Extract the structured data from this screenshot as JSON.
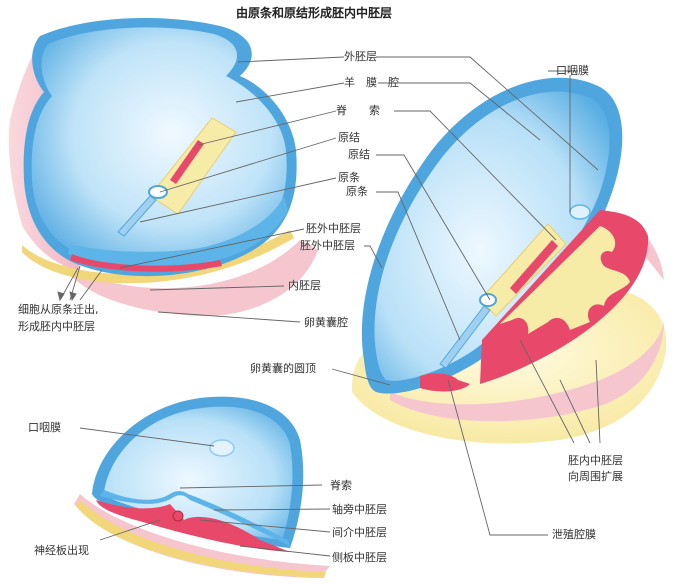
{
  "title": "由原条和原结形成胚内中胚层",
  "labels": {
    "ectoderm": "外胚层",
    "amniotic_cavity": "羊　膜　腔",
    "notochord_1": "脊　　索",
    "primitive_node_1": "原结",
    "primitive_node_2": "原结",
    "primitive_streak_1": "原条",
    "primitive_streak_2": "原条",
    "extraembryonic_mesoderm_1": "胚外中胚层",
    "extraembryonic_mesoderm_2": "胚外中胚层",
    "endoderm": "内胚层",
    "yolk_sac_cavity": "卵黄囊腔",
    "cell_migration_line1": "细胞从原条迁出,",
    "cell_migration_line2": "形成胚内中胚层",
    "oropharyngeal_membrane_1": "口咽膜",
    "oropharyngeal_membrane_2": "口咽膜",
    "yolk_sac_roof": "卵黄囊的圆顶",
    "intraembryonic_mesoderm_line1": "胚内中胚层",
    "intraembryonic_mesoderm_line2": "向周围扩展",
    "cloacal_membrane": "泄殖腔膜",
    "notochord_2": "脊索",
    "paraxial_mesoderm": "轴旁中胚层",
    "intermediate_mesoderm": "间介中胚层",
    "lateral_plate_mesoderm": "侧板中胚层",
    "neural_plate": "神经板出现"
  },
  "colors": {
    "ectoderm_blue": "#5db4e8",
    "ectoderm_light": "#cfeafb",
    "mesoderm_red": "#e8486a",
    "endoderm_yellow": "#f7eba8",
    "extraembryonic_pink": "#f6c6cf",
    "leader_line": "#666666"
  }
}
